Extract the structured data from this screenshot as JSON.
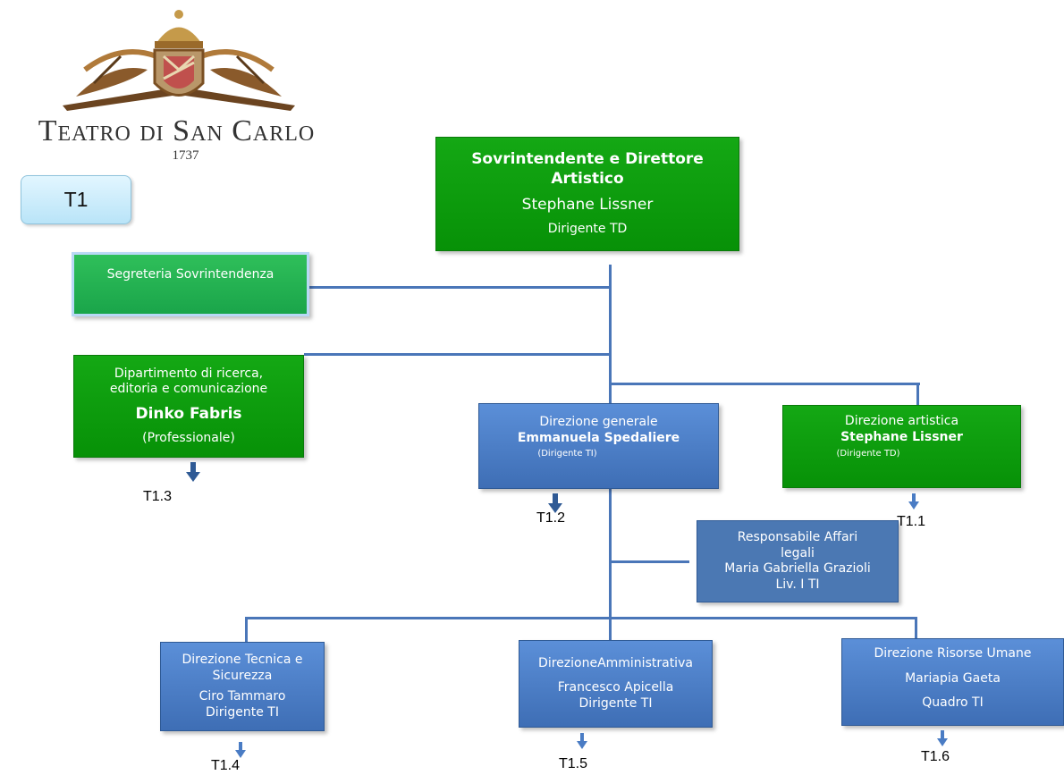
{
  "logo": {
    "name": "Teatro di San Carlo",
    "line1": "Teatro di San Carlo",
    "year": "1737"
  },
  "tag": {
    "label": "T1"
  },
  "colors": {
    "green": "#0a9a0a",
    "blue": "#4a7cc4",
    "connector": "#4a76b8",
    "tag_bg": "#c6ecfb"
  },
  "nodes": {
    "sovrintendente": {
      "title": "Sovrintendente e Direttore Artistico",
      "name": "Stephane Lissner",
      "role": "Dirigente TD"
    },
    "segreteria": {
      "title": "Segreteria Sovrintendenza"
    },
    "dipartimento": {
      "title1": "Dipartimento di ricerca,",
      "title2": "editoria e comunicazione",
      "name": "Dinko Fabris",
      "role": "(Professionale)"
    },
    "direzione_generale": {
      "title": "Direzione generale",
      "name": "Emmanuela Spedaliere",
      "role": "(Dirigente TI)"
    },
    "direzione_artistica": {
      "title": "Direzione artistica",
      "name": "Stephane Lissner",
      "role": "(Dirigente TD)"
    },
    "affari_legali": {
      "title1": "Responsabile Affari",
      "title2": "legali",
      "name": "Maria Gabriella Grazioli",
      "role": "Liv. I  TI"
    },
    "direzione_tecnica": {
      "title1": "Direzione Tecnica e",
      "title2": "Sicurezza",
      "name": "Ciro Tammaro",
      "role": "Dirigente TI"
    },
    "direzione_amministrativa": {
      "title": "DirezioneAmministrativa",
      "name": "Francesco Apicella",
      "role": "Dirigente  TI"
    },
    "direzione_risorse": {
      "title": "Direzione Risorse Umane",
      "name": "Mariapia Gaeta",
      "role": "Quadro TI"
    }
  },
  "refs": {
    "t13": "T1.3",
    "t12": "T1.2",
    "t11": "T1.1",
    "t14": "T1.4",
    "t15": "T1.5",
    "t16": "T1.6"
  }
}
